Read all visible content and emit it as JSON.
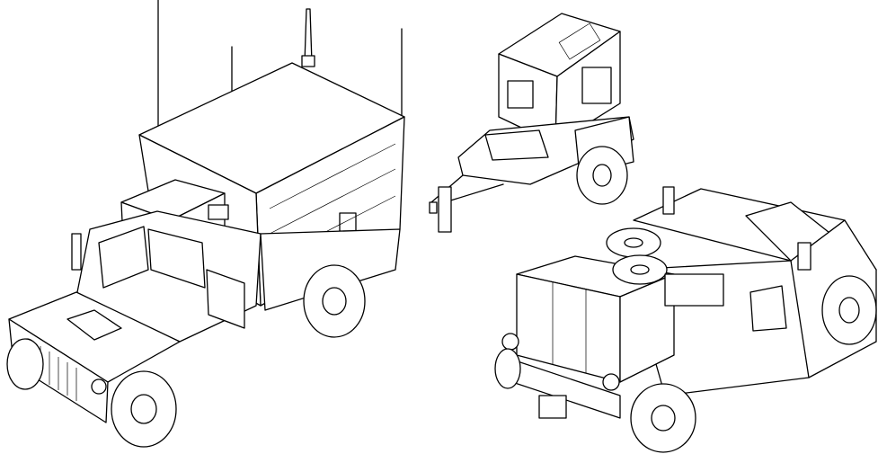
{
  "image": {
    "background": "#ffffff",
    "line_color": "#000000"
  },
  "vehicles": {
    "shelter_truck": {
      "icon": "shelter-truck-line-drawing"
    },
    "generator_trailer": {
      "icon": "generator-trailer-line-drawing"
    },
    "cargo_truck": {
      "icon": "cargo-truck-line-drawing"
    }
  }
}
